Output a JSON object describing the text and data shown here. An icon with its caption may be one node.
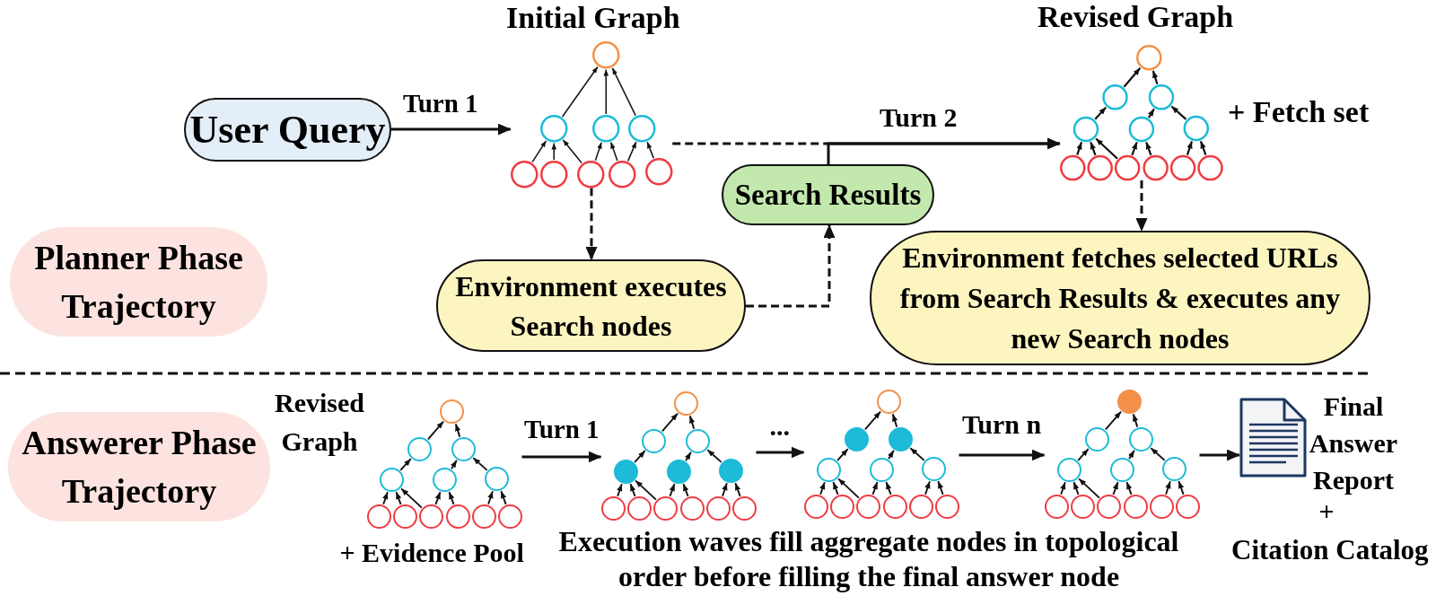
{
  "diagram": {
    "nodes": [
      {
        "text": [
          "Planner Phase Trajectory"
        ]
      },
      {
        "text": [
          "User Query"
        ]
      },
      {
        "text": [],
        "shape": "picture",
        "beside": [
          "Initial Graph"
        ]
      },
      {
        "text": [
          "Search Results"
        ]
      },
      {
        "text": [
          "Environment executes Search nodes"
        ]
      },
      {
        "text": [],
        "shape": "picture",
        "beside": [
          "Revised Graph",
          "+ Fetch set"
        ]
      },
      {
        "text": [
          "Environment fetches selected URLs from Search Results & executes any new Search nodes"
        ]
      },
      {
        "text": [
          "Answerer Phase Trajectory"
        ]
      },
      {
        "text": [],
        "shape": "picture",
        "beside": [
          "Revised Graph",
          "+ Evidence Pool"
        ]
      },
      {
        "text": [],
        "shape": "picture"
      },
      {
        "text": [],
        "shape": "picture"
      },
      {
        "text": [],
        "shape": "picture"
      },
      {
        "text": [],
        "shape": "document",
        "beside": [
          "Final Answer Report",
          "+",
          "Citation Catalog"
        ]
      }
    ],
    "edges": [
      {
        "from": 1,
        "to": 2,
        "arrow": "to",
        "label": "Turn 1"
      },
      {
        "from": 2,
        "to": 5,
        "arrow": "to",
        "label": "Turn 2",
        "style": "dashed"
      },
      {
        "from": 3,
        "to": 5,
        "arrow": "to"
      },
      {
        "from": 2,
        "to": 4,
        "arrow": "to",
        "style": "dashed"
      },
      {
        "from": 4,
        "to": 3,
        "arrow": "to",
        "style": "dashed"
      },
      {
        "from": 5,
        "to": 6,
        "arrow": "to",
        "style": "dashed"
      },
      {
        "from": 8,
        "to": 9,
        "arrow": "to",
        "label": "Turn 1"
      },
      {
        "from": 9,
        "to": 10,
        "arrow": "to",
        "label": "..."
      },
      {
        "from": 10,
        "to": 11,
        "arrow": "to",
        "label": "Turn n"
      },
      {
        "from": 11,
        "to": 12,
        "arrow": "to"
      }
    ],
    "labels": [
      "Execution waves fill aggregate nodes in topological order before filling the final answer node"
    ]
  }
}
